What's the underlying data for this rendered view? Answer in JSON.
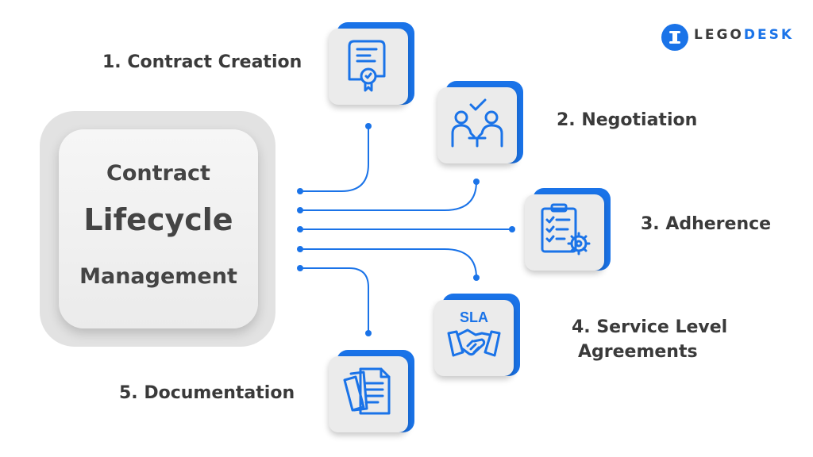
{
  "center": {
    "line1": "Contract",
    "line2": "Lifecycle",
    "line3": "Management"
  },
  "steps": [
    {
      "label": "1. Contract Creation",
      "icon": "certificate-document-icon"
    },
    {
      "label": "2. Negotiation",
      "icon": "two-people-agreement-icon"
    },
    {
      "label": "3. Adherence",
      "icon": "checklist-gear-icon"
    },
    {
      "label": "4. Service Level",
      "label2": "Agreements",
      "icon": "sla-handshake-icon",
      "badge": "SLA"
    },
    {
      "label": "5. Documentation",
      "icon": "stacked-documents-icon"
    }
  ],
  "logo": {
    "part1": "LEGO",
    "part2": "DESK"
  },
  "colors": {
    "accent": "#1a73e8",
    "card": "#ebebeb",
    "text": "#3a3a3a"
  }
}
